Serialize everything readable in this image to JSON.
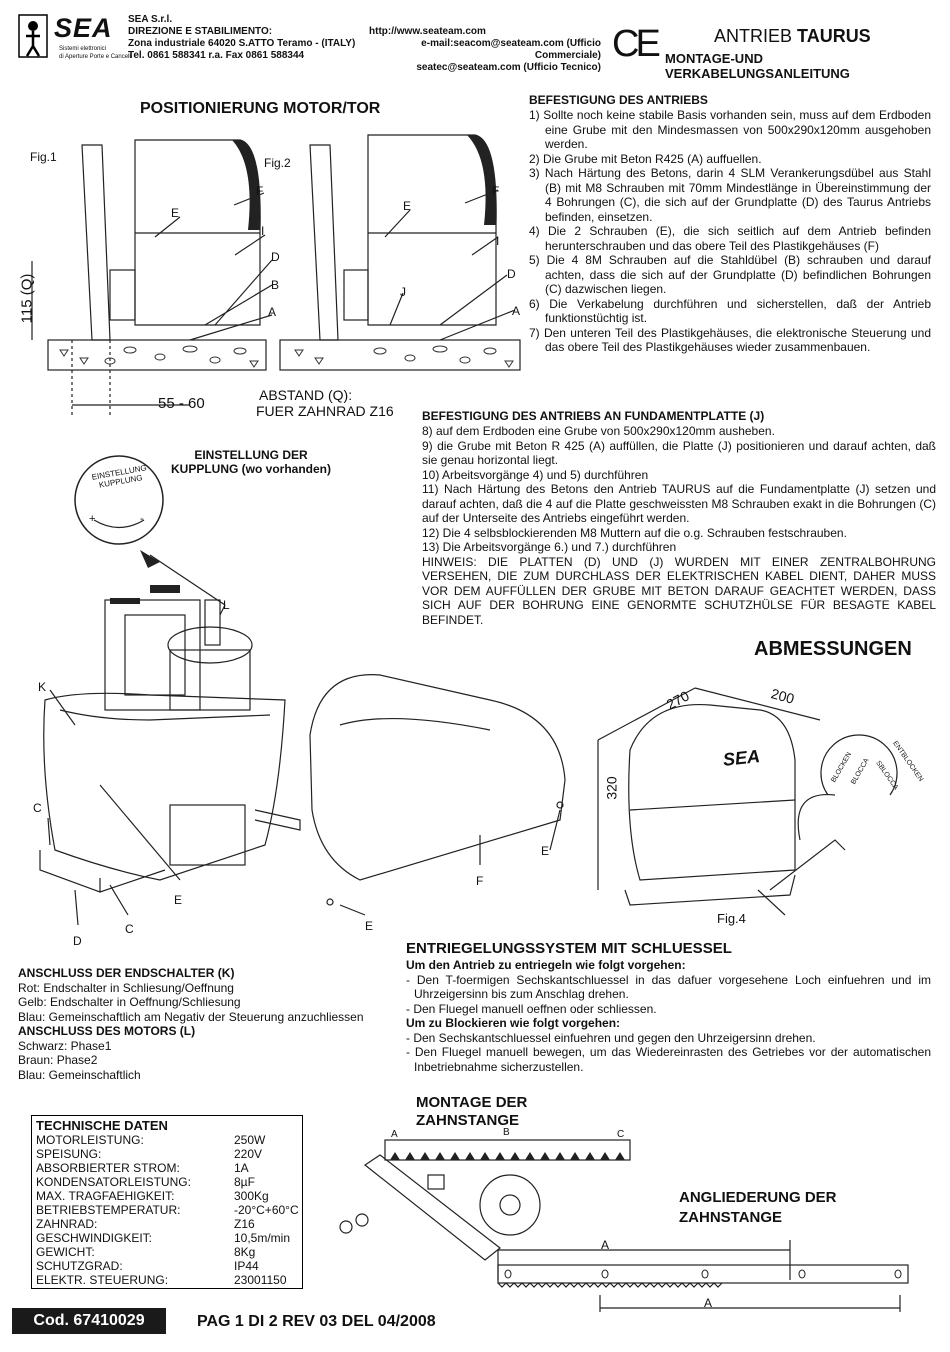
{
  "header": {
    "company": "SEA S.r.l.",
    "direction": "DIREZIONE E STABILIMENTO:",
    "zone": "Zona industriale 64020 S.ATTO Teramo - (ITALY)",
    "tel": "Tel. 0861 588341 r.a. Fax 0861 588344",
    "logo_text": "SEA",
    "logo_sub1": "Sistemi elettronici",
    "logo_sub2": "di Aperture Porte e Cancelli",
    "web": "http://www.seateam.com",
    "email1": "e-mail:seacom@seateam.com  (Ufficio Commerciale)",
    "email2": "seatec@seateam.com  (Ufficio Tecnico)",
    "ce": "CE",
    "title_prefix": "ANTRIEB",
    "title_name": "TAURUS",
    "subtitle": "MONTAGE-UND VERKABELUNGSANLEITUNG"
  },
  "positioning": {
    "title": "POSITIONIERUNG MOTOR/TOR",
    "fig1": "Fig.1",
    "fig2": "Fig.2",
    "height_label": "115 (Q)",
    "width_label": "55 - 60",
    "distance_label1": "ABSTAND (Q):",
    "distance_label2": "FUER ZAHNRAD Z16",
    "labels": [
      "E",
      "F",
      "I",
      "D",
      "B",
      "A",
      "E",
      "F",
      "I",
      "D",
      "J",
      "A"
    ]
  },
  "mounting": {
    "title": "BEFESTIGUNG DES ANTRIEBS",
    "steps": [
      "1) Sollte noch keine stabile Basis vorhanden sein, muss auf dem Erdboden eine Grube mit den Mindesmassen von 500x290x120mm ausgehoben werden.",
      "2) Die Grube mit Beton R425 (A) auffuellen.",
      "3) Nach Härtung des Betons, darin 4 SLM Verankerungsdübel aus Stahl (B) mit M8 Schrauben mit 70mm Mindestlänge in Übereinstimmung der 4 Bohrungen (C), die sich auf der Grundplatte (D) des Taurus Antriebs befinden, einsetzen.",
      "4) Die 2 Schrauben (E), die sich seitlich auf dem Antrieb befinden herunterschrauben und das obere Teil des Plastikgehäuses (F)",
      "5) Die 4 8M Schrauben auf die Stahldübel (B) schrauben und darauf achten, dass die sich auf der Grundplatte (D) befindlichen Bohrungen (C) dazwischen liegen.",
      "6) Die Verkabelung durchführen und sicherstellen, daß der Antrieb funktionstüchtig ist.",
      "7) Den unteren Teil des Plastikgehäuses, die elektronische Steuerung und das obere Teil des Plastikgehäuses wieder zusammenbauen."
    ]
  },
  "foundation": {
    "title": "BEFESTIGUNG DES ANTRIEBS AN FUNDAMENTPLATTE (J)",
    "lines": [
      "8)    auf dem Erdboden eine Grube von 500x290x120mm ausheben.",
      "9)  die Grube mit Beton R 425 (A) auffüllen, die Platte (J) positionieren  und darauf achten, daß sie genau horizontal liegt.",
      "10)  Arbeitsvorgänge 4) und 5) durchführen",
      "11) Nach Härtung des Betons den Antrieb TAURUS auf die Fundamentplatte (J) setzen und darauf achten, daß die 4 auf die Platte geschweissten M8 Schrauben exakt in die Bohrungen (C) auf der Unterseite  des Antriebs eingeführt werden.",
      "12) Die 4 selbsblockierenden  M8 Muttern auf die o.g. Schrauben festschrauben.",
      "13)  Die Arbeitsvorgänge 6.) und 7.) durchführen",
      "HINWEIS: DIE PLATTEN (D) UND (J) WURDEN MIT EINER ZENTRALBOHRUNG VERSEHEN, DIE ZUM DURCHLASS DER ELEKTRISCHEN KABEL DIENT, DAHER MUSS VOR DEM AUFFÜLLEN DER GRUBE MIT BETON DARAUF GEACHTET WERDEN, DASS SICH AUF DER BOHRUNG EINE GENORMTE SCHUTZHÜLSE FÜR BESAGTE KABEL BEFINDET."
    ]
  },
  "clutch": {
    "title1": "EINSTELLUNG DER",
    "title2": "KUPPLUNG (wo vorhanden)",
    "dial_text": "EINSTELLUNG KUPPLUNG",
    "plus": "+",
    "minus": "-"
  },
  "exploded": {
    "labels": [
      "L",
      "K",
      "C",
      "D",
      "C",
      "E",
      "F",
      "E",
      "E"
    ]
  },
  "dimensions": {
    "title": "ABMESSUNGEN",
    "w": "270",
    "d": "200",
    "h": "320",
    "brand": "SEA",
    "fig4": "Fig.4",
    "block_de": "BLOCKEN",
    "block_it": "BLOCCA",
    "unblock_de": "ENTBLOCKEN",
    "unblock_it": "SBLOCCA"
  },
  "unlock": {
    "title": "ENTRIEGELUNGSSYSTEM MIT SCHLUESSEL",
    "sub1": "Um den Antrieb zu entriegeln wie folgt vorgehen:",
    "steps1": [
      "- Den T-foermigen Sechskantschluessel in das dafuer vorgesehene Loch einfuehren und im Uhrzeigersinn bis zum Anschlag drehen.",
      "- Den Fluegel manuell oeffnen oder schliessen."
    ],
    "sub2": "Um zu Blockieren wie folgt vorgehen:",
    "steps2": [
      "- Den Sechskantschluessel einfuehren und gegen den Uhrzeigersinn drehen.",
      "- Den Fluegel manuell bewegen, um das Wiedereinrasten des Getriebes vor der automatischen Inbetriebnahme  sicherzustellen."
    ]
  },
  "limit_switch": {
    "title": "ANSCHLUSS DER ENDSCHALTER (K)",
    "lines": [
      "Rot: Endschalter in Schliesung/Oeffnung",
      "Gelb: Endschalter in Oeffnung/Schliesung",
      "Blau: Gemeinschaftlich am Negativ der Steuerung anzuchliessen"
    ]
  },
  "motor_conn": {
    "title": "ANSCHLUSS DES MOTORS (L)",
    "lines": [
      "Schwarz: Phase1",
      "Braun: Phase2",
      "Blau: Gemeinschaftlich"
    ]
  },
  "tech": {
    "title": "TECHNISCHE DATEN",
    "rows": [
      [
        "MOTORLEISTUNG:",
        "250W"
      ],
      [
        "SPEISUNG:",
        "220V"
      ],
      [
        "ABSORBIERTER STROM:",
        "1A"
      ],
      [
        "KONDENSATORLEISTUNG:",
        "8µF"
      ],
      [
        "MAX. TRAGFAEHIGKEIT:",
        "300Kg"
      ],
      [
        "BETRIEBSTEMPERATUR:",
        "-20°C+60°C"
      ],
      [
        "ZAHNRAD:",
        "Z16"
      ],
      [
        "GESCHWINDIGKEIT:",
        "10,5m/min"
      ],
      [
        "GEWICHT:",
        "8Kg"
      ],
      [
        "SCHUTZGRAD:",
        "IP44"
      ],
      [
        "ELEKTR. STEUERUNG:",
        "23001150"
      ]
    ]
  },
  "rack": {
    "title1": "MONTAGE DER",
    "title2": "ZAHNSTANGE",
    "labels": [
      "A",
      "B",
      "C"
    ]
  },
  "rack_join": {
    "title1": "ANGLIEDERUNG DER",
    "title2": "ZAHNSTANGE",
    "label_a": "A"
  },
  "footer": {
    "code": "Cod. 67410029",
    "page": "PAG 1 DI 2  REV 03 DEL 04/2008"
  }
}
